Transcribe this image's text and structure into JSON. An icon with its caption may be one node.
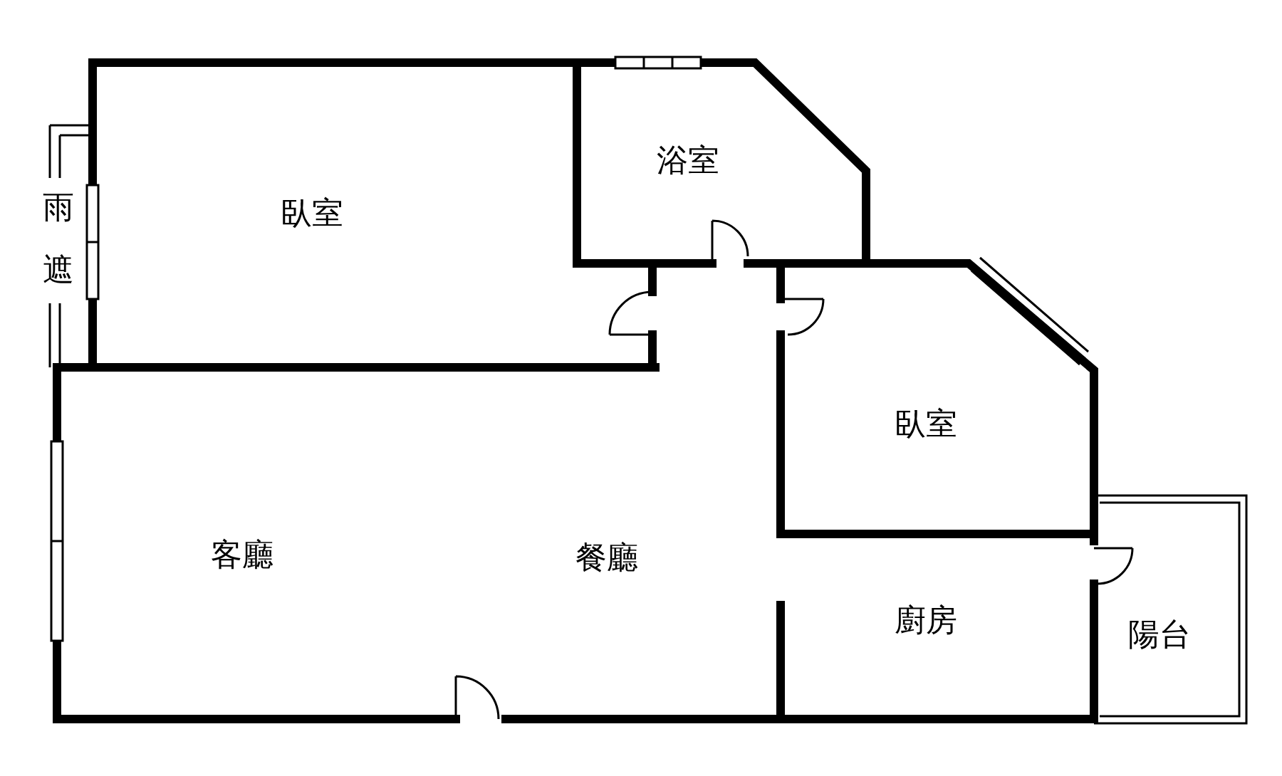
{
  "diagram": {
    "labels": [
      "雨遮",
      "臥室",
      "浴室",
      "臥室",
      "客廳",
      "餐廳",
      "廚房",
      "陽台"
    ]
  }
}
